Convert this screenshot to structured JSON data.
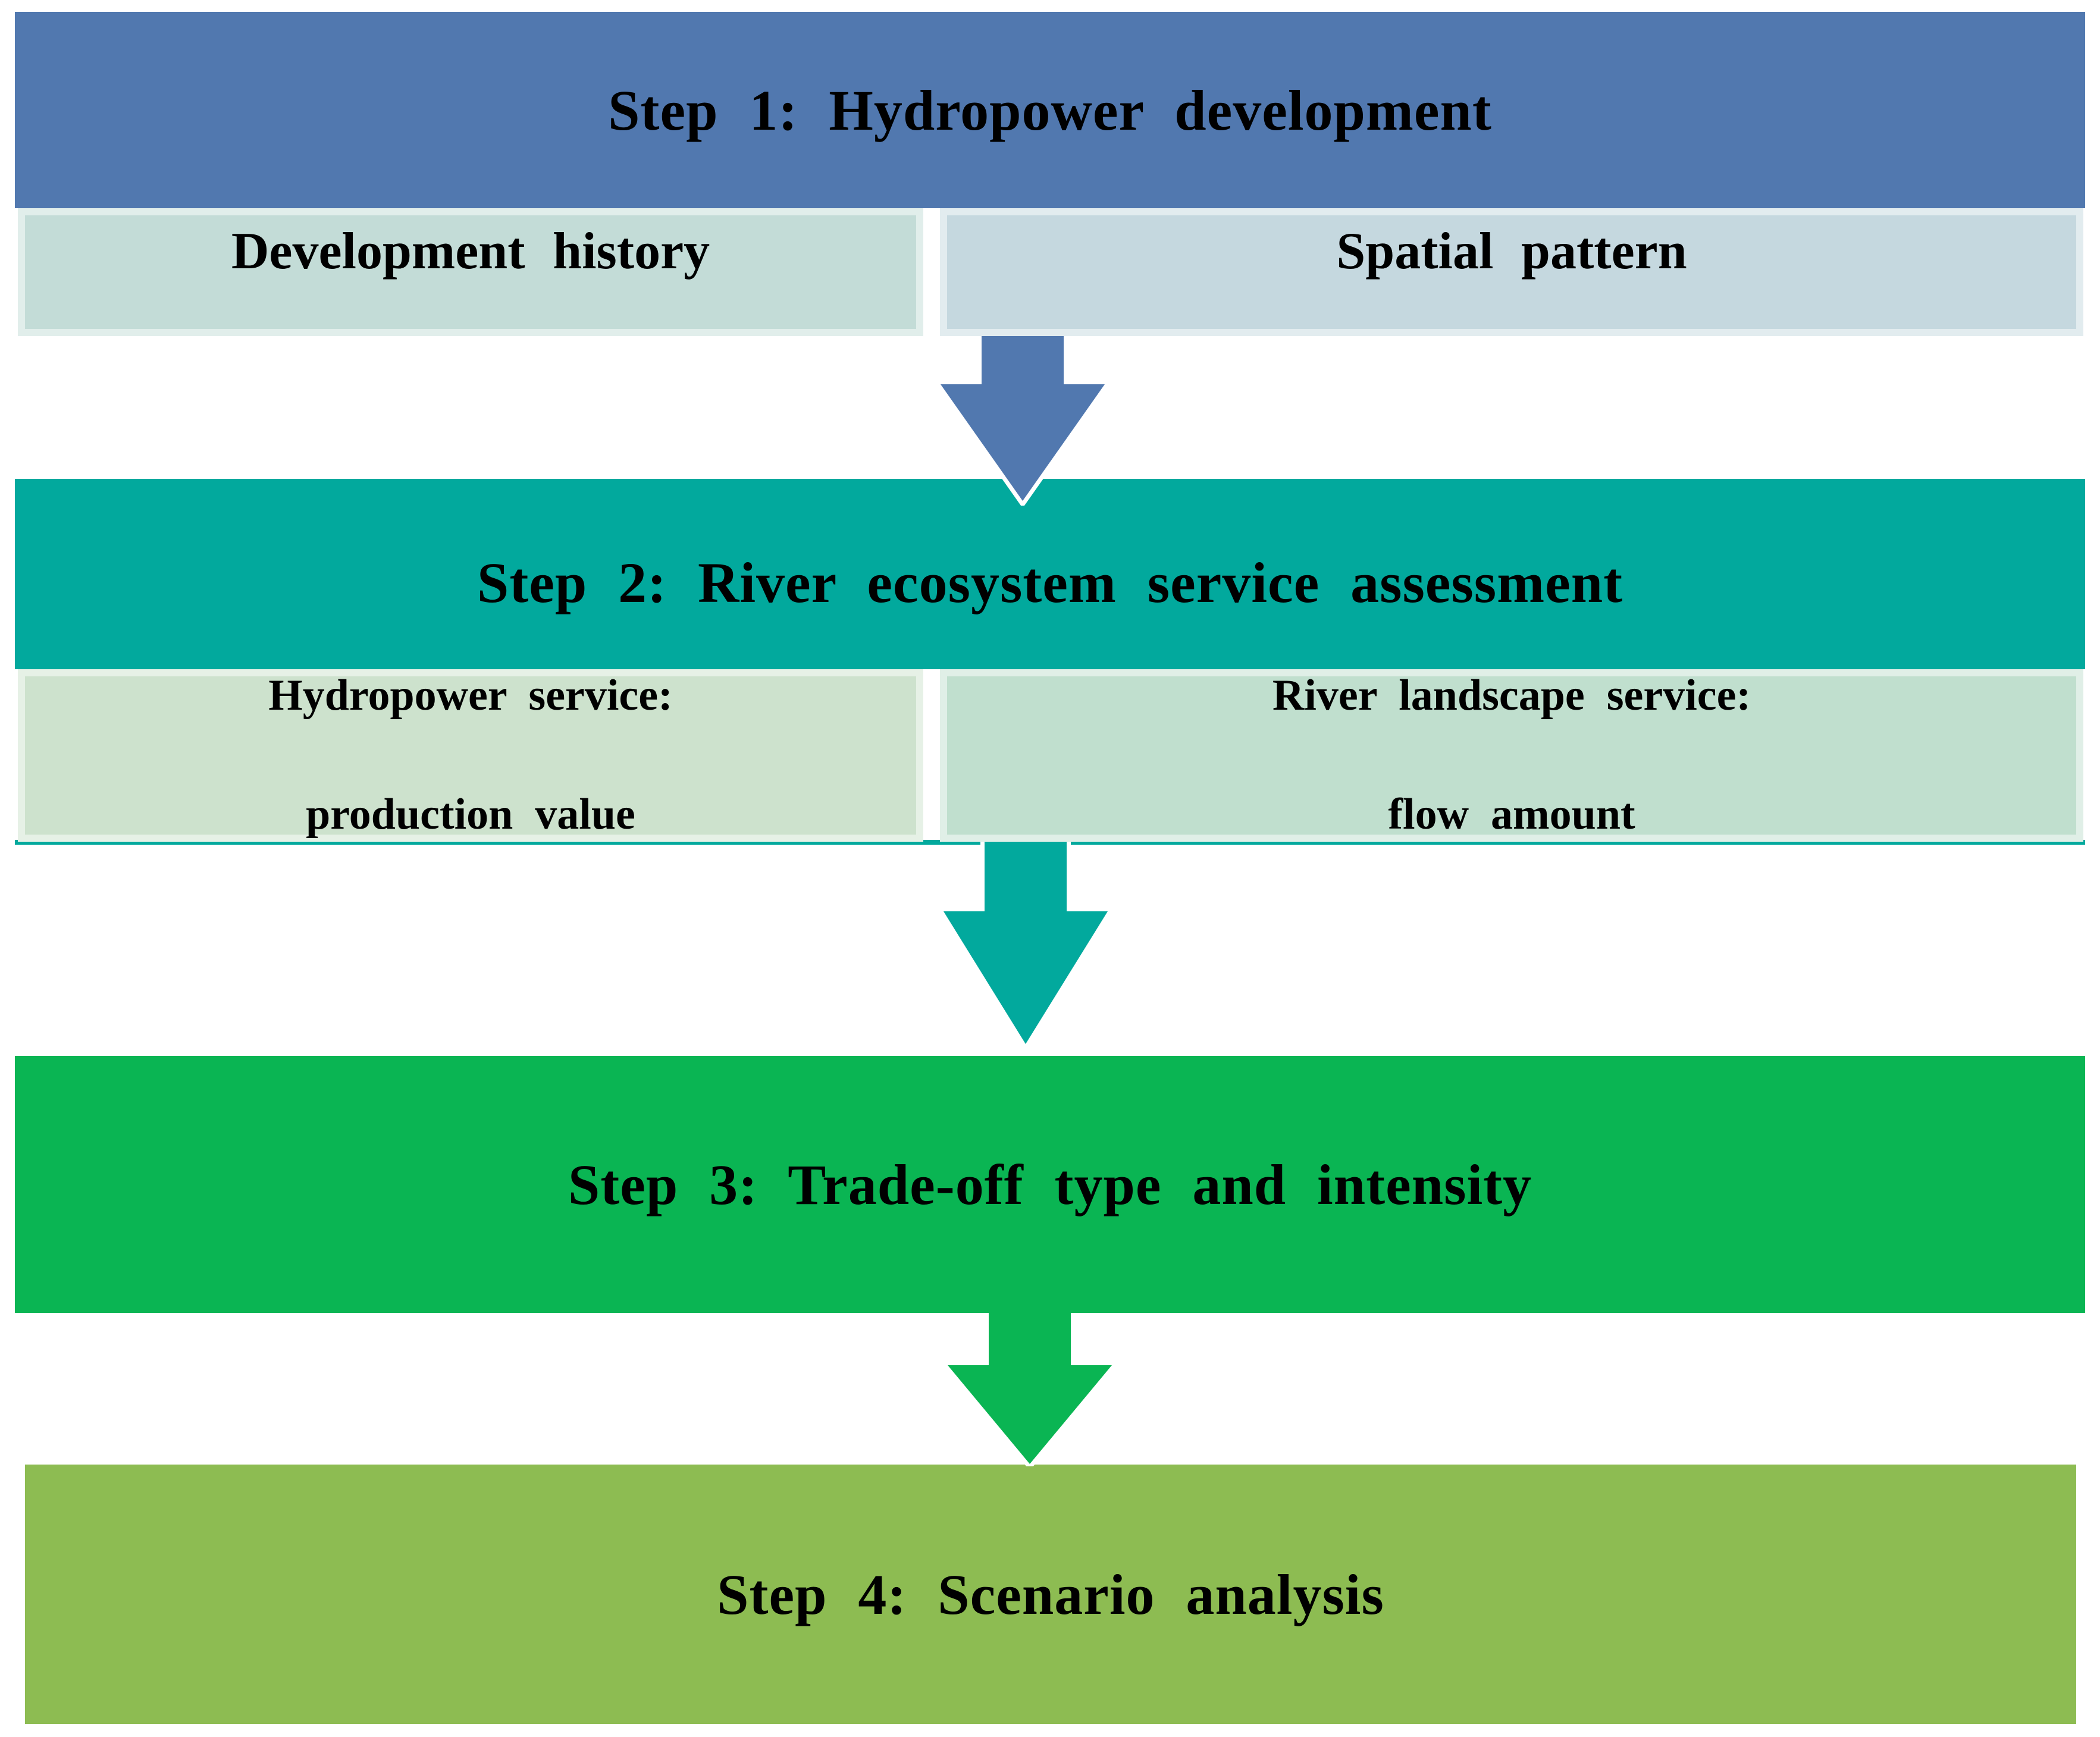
{
  "diagram_title": "Four-step research framework flowchart",
  "colors": {
    "background": "#ffffff",
    "text": "#000000",
    "step1_band": "#5178af",
    "step2_band": "#02a99d",
    "step3_band": "#0ab553",
    "step4_band": "#8dbc52",
    "row1_left_bg": "#c3dcd7",
    "row1_right_bg": "#c5d8df",
    "row2_left_bg": "#cde2cd",
    "row2_right_bg": "#c0dfce"
  },
  "steps": [
    {
      "id": 1,
      "title": "Step 1: Hydropower development",
      "color": "#5178af",
      "sub_boxes": [
        {
          "lines": [
            "Development history"
          ]
        },
        {
          "lines": [
            "Spatial pattern"
          ]
        }
      ]
    },
    {
      "id": 2,
      "title": "Step 2: River ecosystem service assessment",
      "color": "#02a99d",
      "sub_boxes": [
        {
          "lines": [
            "Hydropower service:",
            "production value"
          ]
        },
        {
          "lines": [
            "River landscape service:",
            "flow amount"
          ]
        }
      ]
    },
    {
      "id": 3,
      "title": "Step 3: Trade-off type and intensity",
      "color": "#0ab553",
      "sub_boxes": []
    },
    {
      "id": 4,
      "title": "Step 4: Scenario analysis",
      "color": "#8dbc52",
      "sub_boxes": []
    }
  ],
  "arrows": [
    {
      "from": "step-1",
      "to": "step-2",
      "direction": "down",
      "color": "#5178af"
    },
    {
      "from": "step-2",
      "to": "step-3",
      "direction": "down",
      "color": "#02a99d"
    },
    {
      "from": "step-3",
      "to": "step-4",
      "direction": "down",
      "color": "#0ab553"
    }
  ]
}
